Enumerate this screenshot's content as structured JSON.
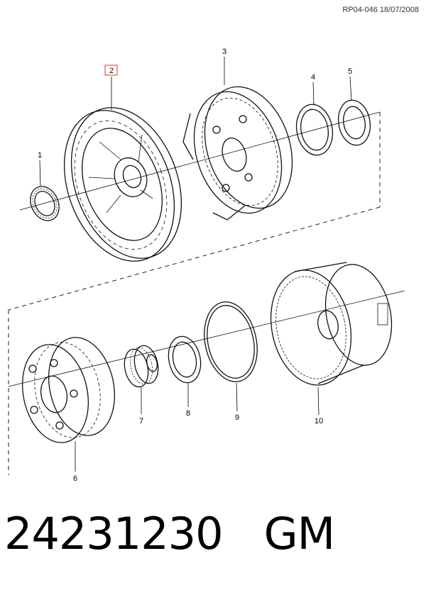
{
  "doc": {
    "reference": "RP04-046 18/07/2008",
    "part_number": "24231230",
    "brand": "GM",
    "highlight_color": "#e03030"
  },
  "callouts": [
    {
      "id": "1",
      "label": "1",
      "highlighted": false
    },
    {
      "id": "2",
      "label": "2",
      "highlighted": true
    },
    {
      "id": "3",
      "label": "3",
      "highlighted": false
    },
    {
      "id": "4",
      "label": "4",
      "highlighted": false
    },
    {
      "id": "5",
      "label": "5",
      "highlighted": false
    },
    {
      "id": "6",
      "label": "6",
      "highlighted": false
    },
    {
      "id": "7",
      "label": "7",
      "highlighted": false
    },
    {
      "id": "8",
      "label": "8",
      "highlighted": false
    },
    {
      "id": "9",
      "label": "9",
      "highlighted": false
    },
    {
      "id": "10",
      "label": "10",
      "highlighted": false
    }
  ]
}
